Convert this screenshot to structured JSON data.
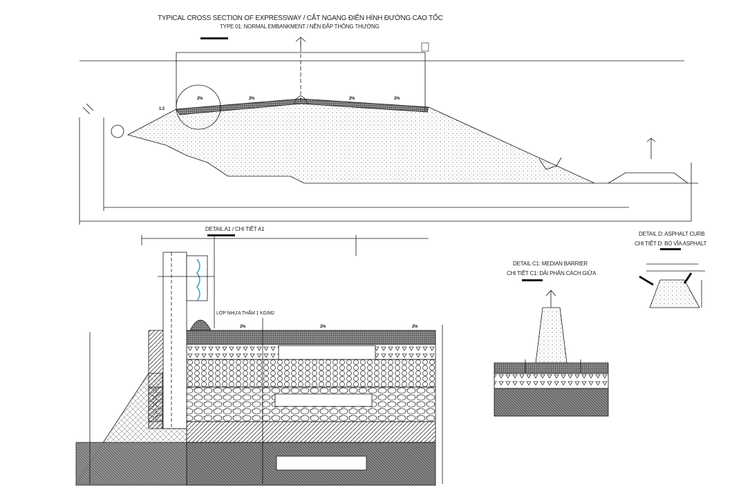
{
  "main_section": {
    "title": "TYPICAL CROSS SECTION OF EXPRESSWAY / CẮT NGANG ĐIỂN HÌNH ĐƯỜNG CAO TỐC",
    "subtitle": "TYPE 01: NORMAL EMBANKMENT / NỀN ĐẮP THÔNG THƯỜNG",
    "slopes": [
      "2%",
      "2%",
      "2%",
      "2%"
    ],
    "crossfall_ratio": "1:2"
  },
  "detail_a1": {
    "title": "DETAIL A1 / CHI TIẾT A1",
    "prime_coat_note": "LỚP NHỰA THẤM 1 KG/M2",
    "slopes": [
      "2%",
      "2%",
      "2%"
    ]
  },
  "detail_c1": {
    "title_en": "DETAIL C1: MEDIAN BARRIER",
    "title_vi": "CHI TIẾT C1: DẢI PHÂN CÁCH GIỮA"
  },
  "detail_d": {
    "title_en": "DETAIL D: ASPHALT CURB",
    "title_vi": "CHI TIẾT D: BÓ VỈA ASPHALT"
  },
  "colors": {
    "line": "#111111",
    "guardrail": "#2aa6b8",
    "hatch": "#555555"
  }
}
